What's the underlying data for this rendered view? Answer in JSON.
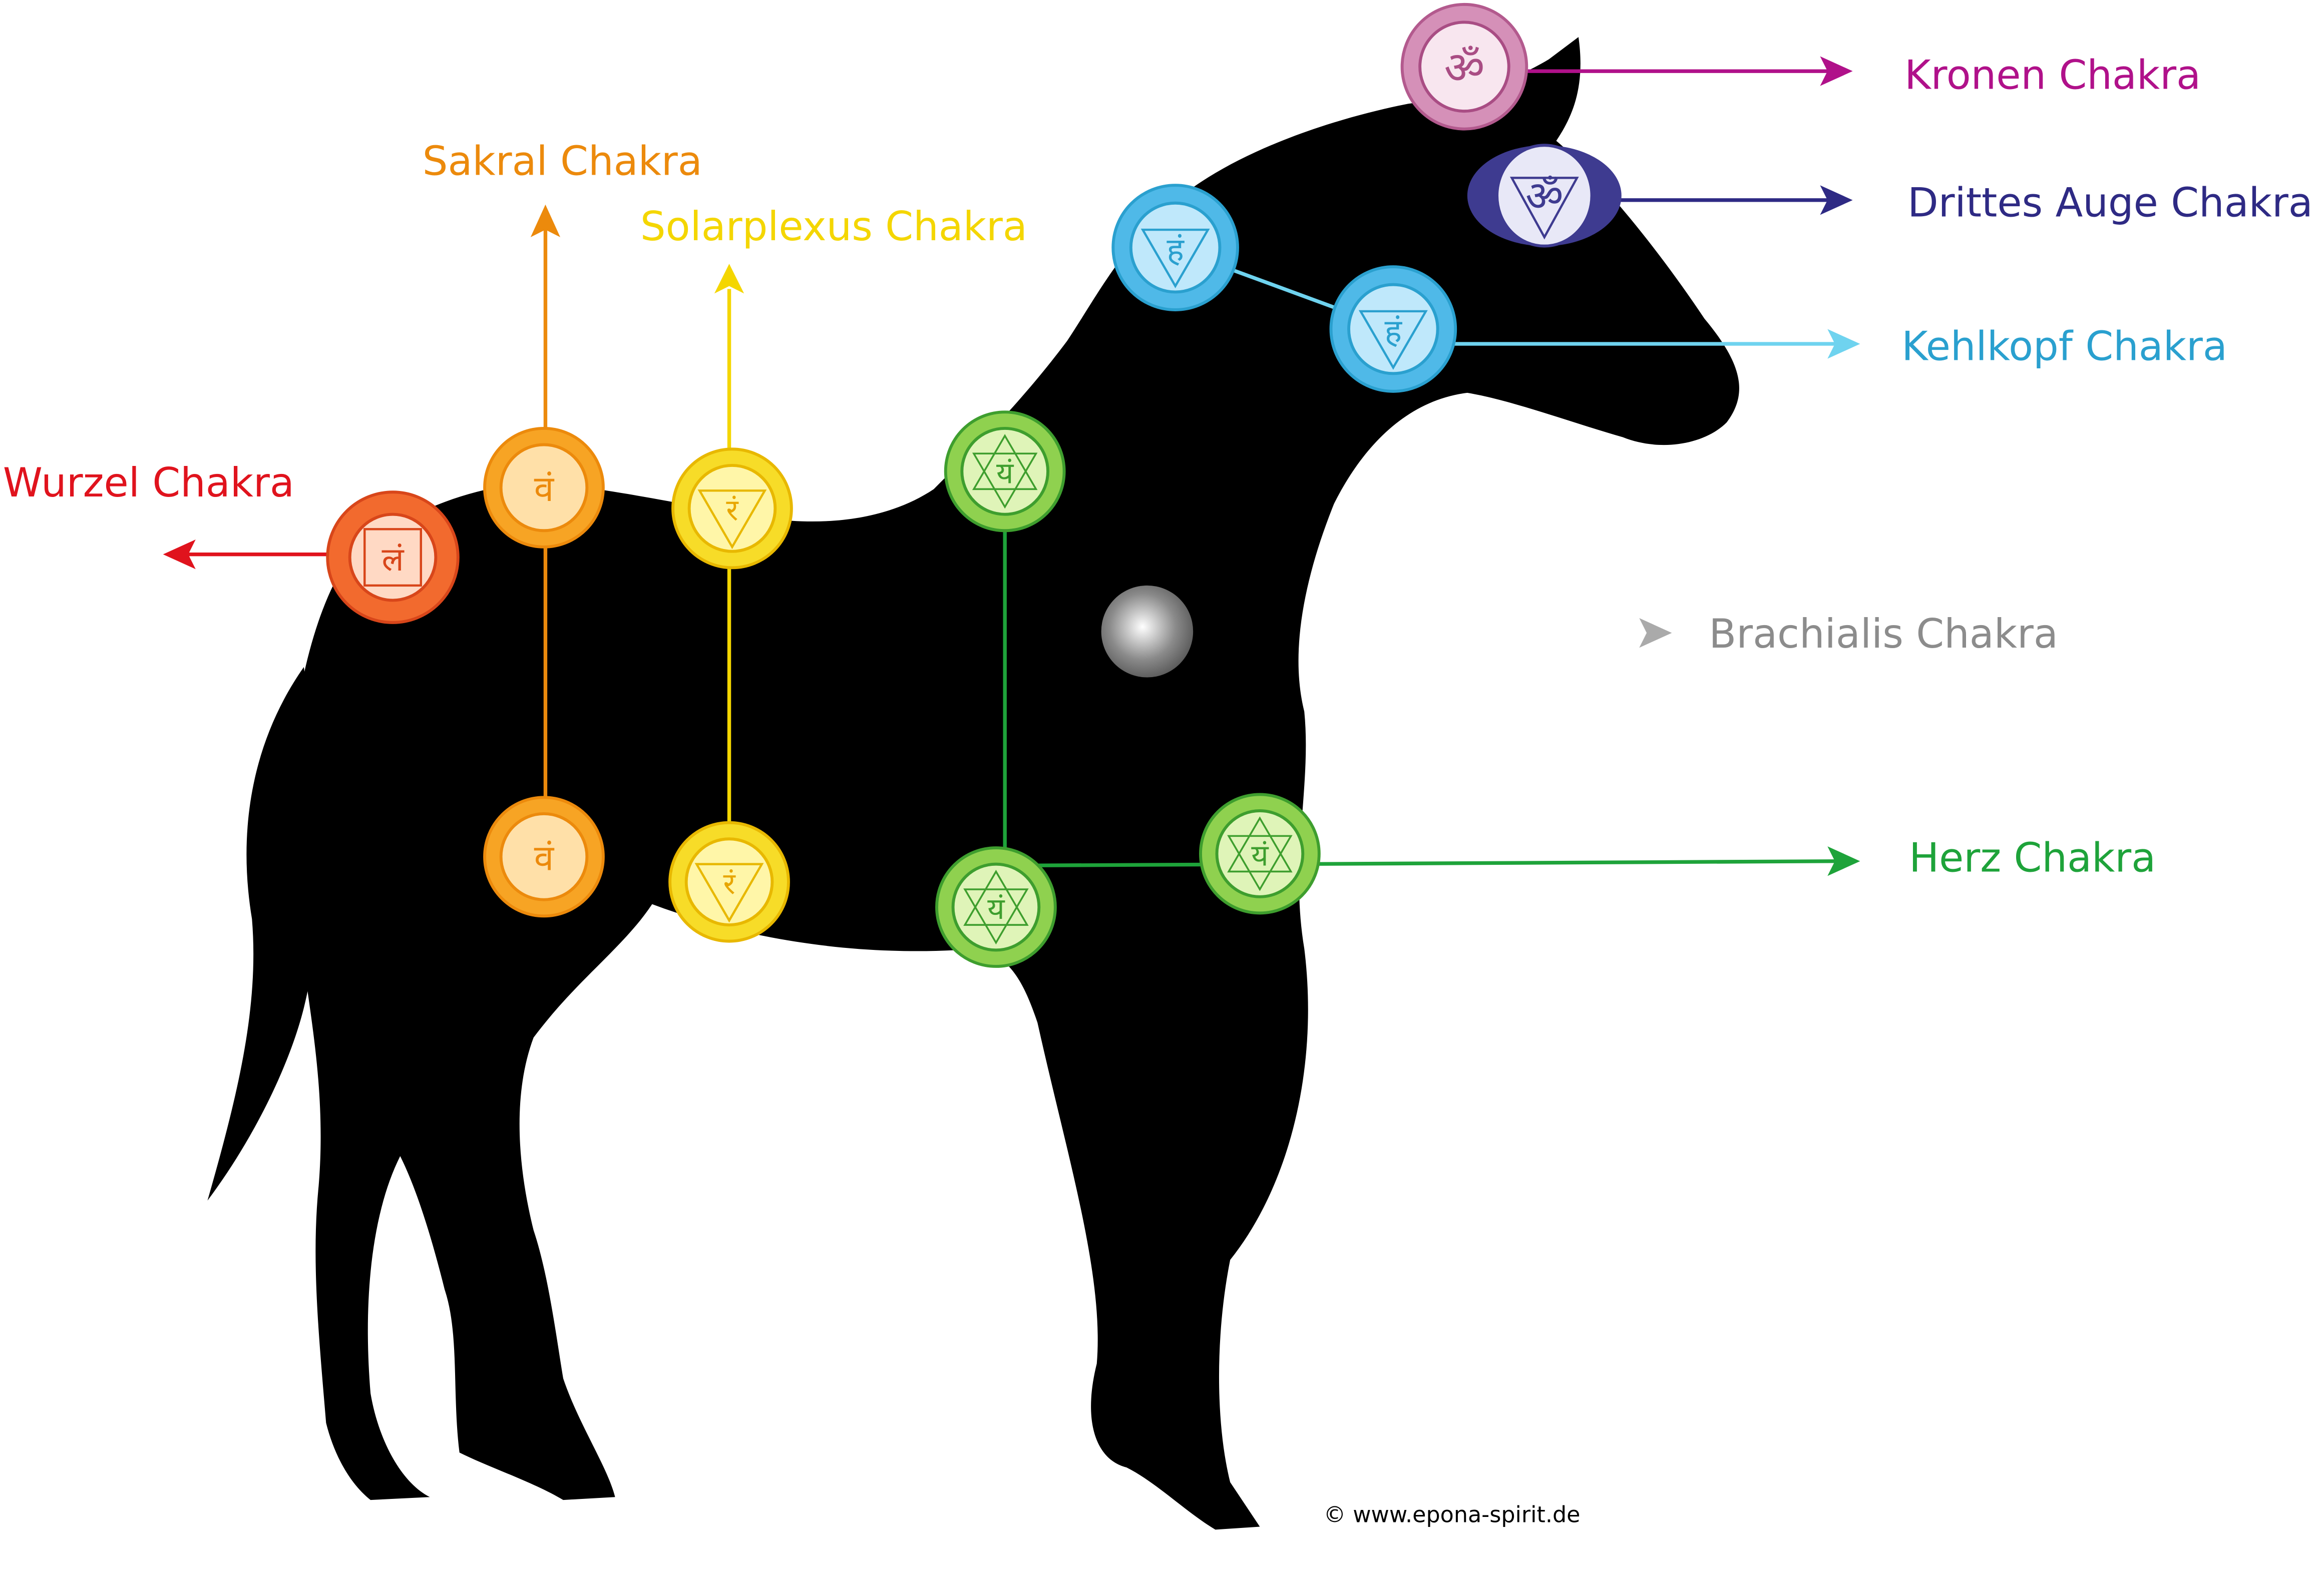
{
  "title": "Horse chakra diagram",
  "chakras": {
    "kronen": {
      "label": "Kronen Chakra",
      "color": "#b0118a",
      "symbol": "ॐ"
    },
    "drittes_auge": {
      "label": "Drittes Auge Chakra",
      "color": "#2e2a84",
      "symbol": "ॐ"
    },
    "kehlkopf": {
      "label": "Kehlkopf Chakra",
      "color": "#2aa0cf",
      "symbol": "हं"
    },
    "brachialis": {
      "label": "Brachialis Chakra",
      "color": "#8c8c8c"
    },
    "herz": {
      "label": "Herz Chakra",
      "color": "#1ea33a",
      "symbol": "यं"
    },
    "solarplexus": {
      "label": "Solarplexus Chakra",
      "color": "#f4d600",
      "symbol": "रं"
    },
    "sakral": {
      "label": "Sakral Chakra",
      "color": "#ec8a0c",
      "symbol": "वं"
    },
    "wurzel": {
      "label": "Wurzel Chakra",
      "color": "#e0131d",
      "symbol": "लं"
    }
  },
  "copyright": "© www.epona-spirit.de"
}
